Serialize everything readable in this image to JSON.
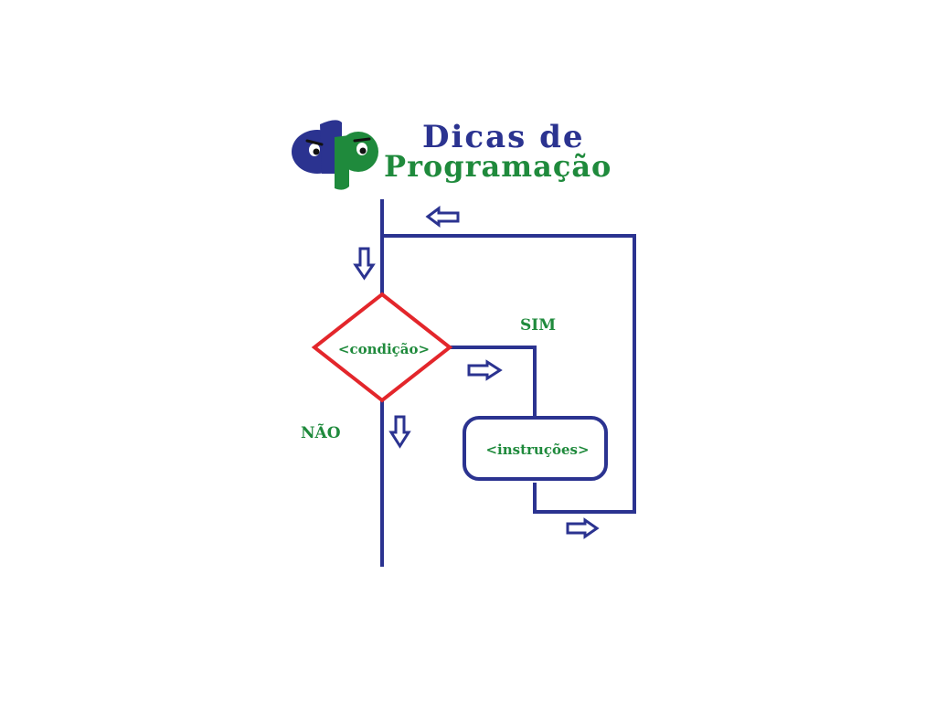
{
  "brand": {
    "logo_letters": "dp",
    "title_line1": "Dicas de",
    "title_line2": "Programação"
  },
  "flowchart": {
    "condition_label": "<condição>",
    "instructions_label": "<instruções>",
    "yes_label": "SIM",
    "no_label": "NÃO"
  },
  "colors": {
    "blue": "#2b3390",
    "green": "#1f8a3c",
    "red": "#e3262b",
    "background": "#ffffff"
  }
}
